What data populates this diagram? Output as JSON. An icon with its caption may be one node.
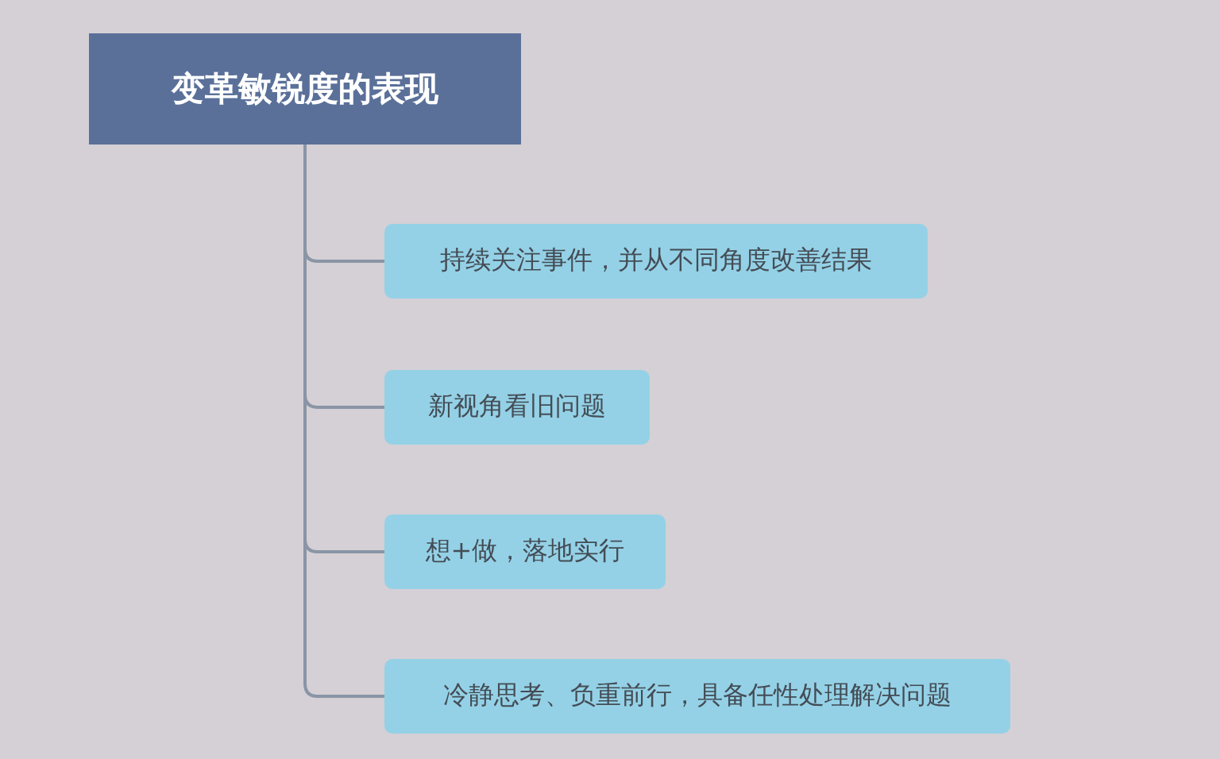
{
  "diagram": {
    "nodes": [
      {
        "text": [
          "变革敏锐度的表现"
        ]
      },
      {
        "text": [
          "持续关注事件，并从不同角度改善结果"
        ]
      },
      {
        "text": [
          "新视角看旧问题"
        ]
      },
      {
        "text": [
          "想+做，落地实行"
        ]
      },
      {
        "text": [
          "冷静思考、负重前行，具备任性处理解决问题"
        ]
      }
    ],
    "edges": [
      {
        "from": 0,
        "to": 1,
        "arrow": "none"
      },
      {
        "from": 0,
        "to": 2,
        "arrow": "none"
      },
      {
        "from": 0,
        "to": 3,
        "arrow": "none"
      },
      {
        "from": 0,
        "to": 4,
        "arrow": "none"
      }
    ]
  }
}
